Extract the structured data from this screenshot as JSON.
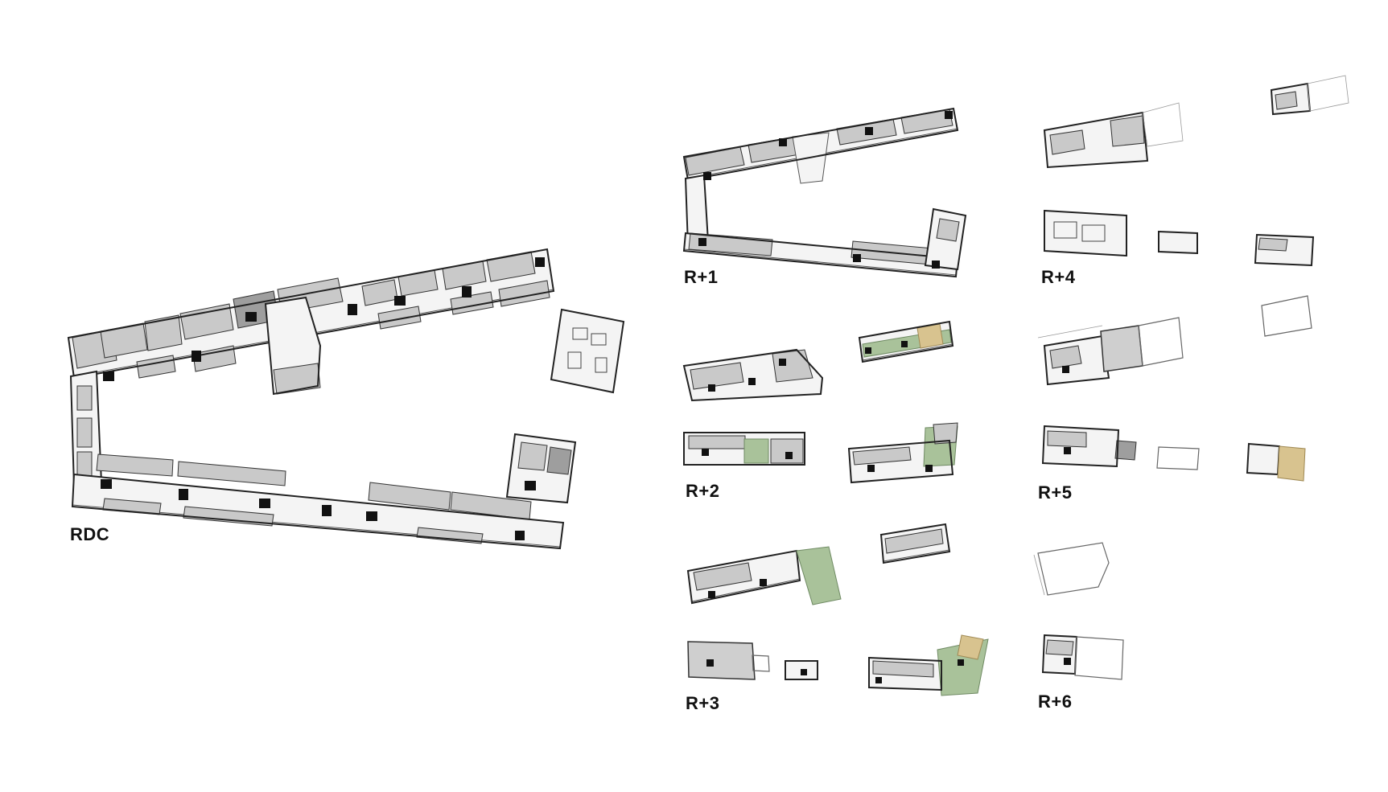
{
  "levels": {
    "rdc": "RDC",
    "r1": "R+1",
    "r2": "R+2",
    "r3": "R+3",
    "r4": "R+4",
    "r5": "R+5",
    "r6": "R+6"
  },
  "colors": {
    "terrace_green": "#a9c29a",
    "wood_deck": "#d8c38f",
    "room_grey": "#c9c9c9",
    "core_black": "#111111"
  }
}
